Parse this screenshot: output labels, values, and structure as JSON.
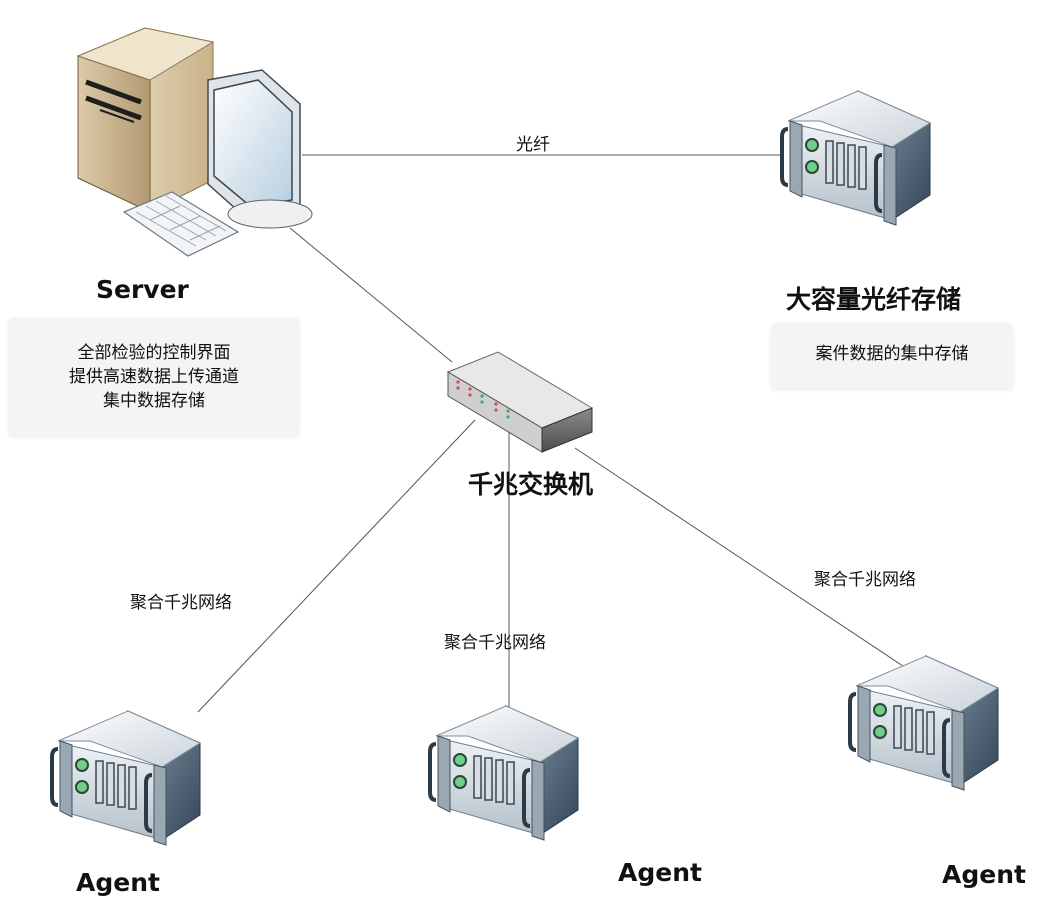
{
  "diagram": {
    "links": {
      "fiber_label": "光纤",
      "aggregate_labels": [
        "聚合千兆网络",
        "聚合千兆网络",
        "聚合千兆网络"
      ]
    },
    "server": {
      "title": "Server",
      "notes": [
        "全部检验的控制界面",
        "提供高速数据上传通道",
        "集中数据存储"
      ]
    },
    "storage": {
      "title": "大容量光纤存储",
      "note": "案件数据的集中存储"
    },
    "switch": {
      "title": "千兆交换机"
    },
    "agents": [
      {
        "title": "Agent"
      },
      {
        "title": "Agent"
      },
      {
        "title": "Agent"
      }
    ]
  }
}
